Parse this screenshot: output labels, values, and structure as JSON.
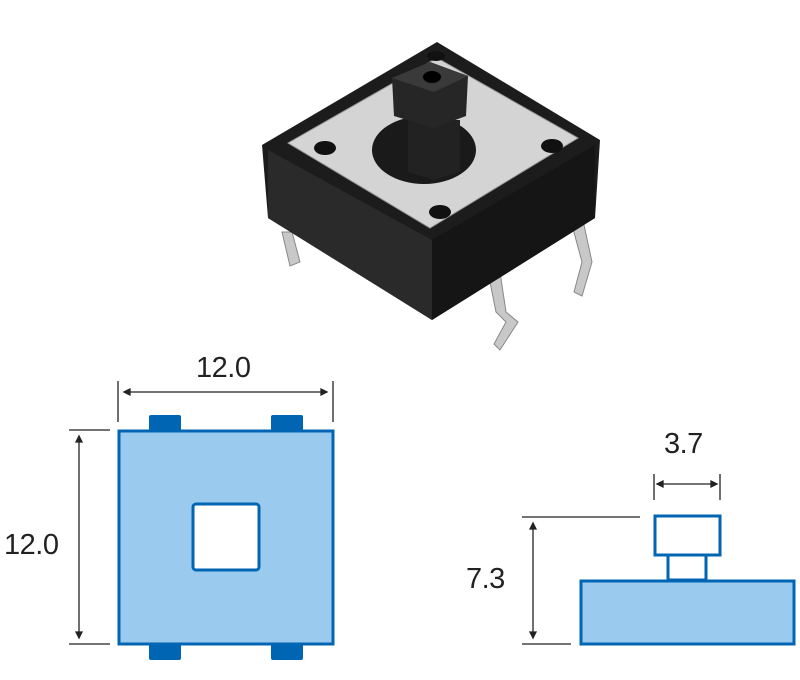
{
  "title": "Tactile switch dimensions",
  "top_view": {
    "width_label": "12.0",
    "height_label": "12.0"
  },
  "side_view": {
    "cap_width_label": "3.7",
    "height_label": "7.3"
  },
  "colors": {
    "fill": "#9acbee",
    "stroke": "#0066b3",
    "body": "#1c1c1c",
    "plate": "#d9d9d9",
    "dim": "#222222"
  }
}
